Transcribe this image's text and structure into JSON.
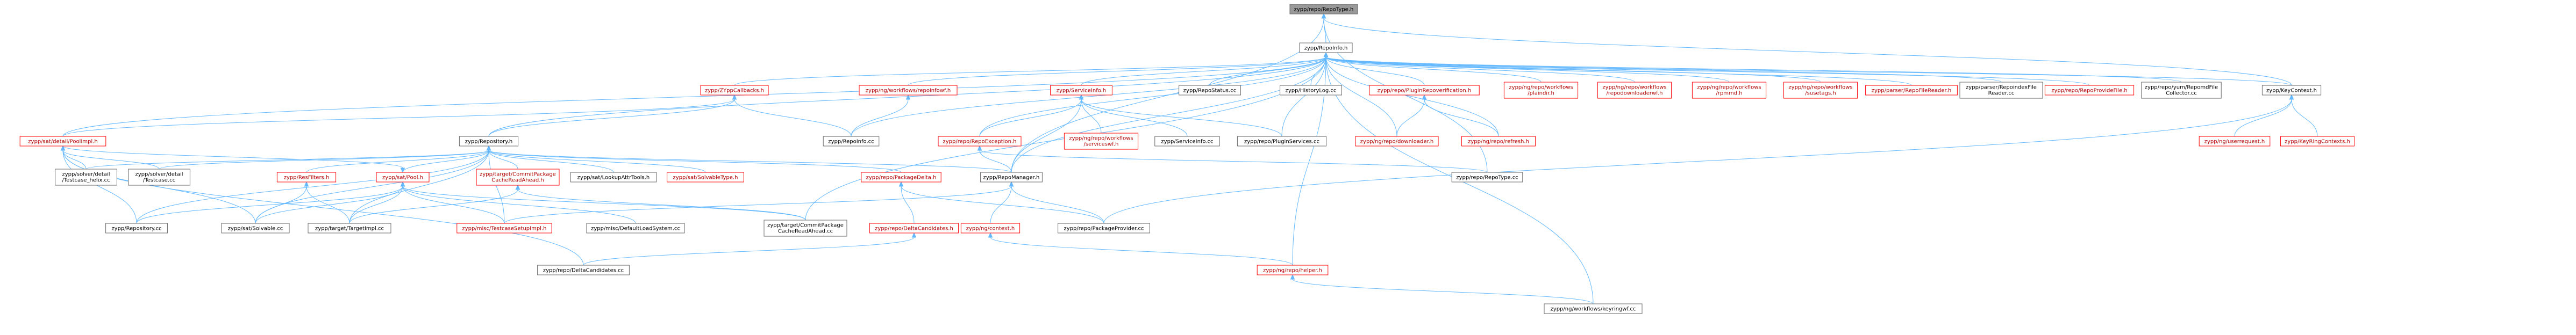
{
  "diagram": {
    "nodes": [
      {
        "id": "root",
        "label": [
          "zypp/repo/RepoType.h"
        ],
        "style": "root"
      },
      {
        "id": "repoinfo",
        "label": [
          "zypp/RepoInfo.h"
        ],
        "style": "normal"
      },
      {
        "id": "zyppcallbacks",
        "label": [
          "zypp/ZYppCallbacks.h"
        ],
        "style": "red"
      },
      {
        "id": "workflows_repoinfowf",
        "label": [
          "zypp/ng/workflows/repoinfowf.h"
        ],
        "style": "red"
      },
      {
        "id": "serviceinfo_h",
        "label": [
          "zypp/ServiceInfo.h"
        ],
        "style": "red"
      },
      {
        "id": "repostatus",
        "label": [
          "zypp/RepoStatus.cc"
        ],
        "style": "normal"
      },
      {
        "id": "historylog",
        "label": [
          "zypp/HistoryLog.cc"
        ],
        "style": "normal"
      },
      {
        "id": "pluginrepoverification",
        "label": [
          "zypp/repo/PluginRepoverification.h"
        ],
        "style": "red"
      },
      {
        "id": "wf_plaindir",
        "label": [
          "zypp/ng/repo/workflows",
          "/plaindir.h"
        ],
        "style": "red"
      },
      {
        "id": "wf_repodownloaderwf",
        "label": [
          "zypp/ng/repo/workflows",
          "/repodownloaderwf.h"
        ],
        "style": "red"
      },
      {
        "id": "wf_rpmmd",
        "label": [
          "zypp/ng/repo/workflows",
          "/rpmmd.h"
        ],
        "style": "red"
      },
      {
        "id": "wf_susetags",
        "label": [
          "zypp/ng/repo/workflows",
          "/susetags.h"
        ],
        "style": "red"
      },
      {
        "id": "parser_repofilereader",
        "label": [
          "zypp/parser/RepoFileReader.h"
        ],
        "style": "red"
      },
      {
        "id": "parser_repoindexfilereader",
        "label": [
          "zypp/parser/RepoindexFile",
          "Reader.cc"
        ],
        "style": "normal"
      },
      {
        "id": "repoproviderfile",
        "label": [
          "zypp/repo/RepoProvideFile.h"
        ],
        "style": "red"
      },
      {
        "id": "yum_repomdfilecollector",
        "label": [
          "zypp/repo/yum/RepomdFile",
          "Collector.cc"
        ],
        "style": "normal"
      },
      {
        "id": "keycontext",
        "label": [
          "zypp/KeyContext.h"
        ],
        "style": "normal"
      },
      {
        "id": "sat_poolimpl",
        "label": [
          "zypp/sat/detail/PoolImpl.h"
        ],
        "style": "red"
      },
      {
        "id": "repository_h",
        "label": [
          "zypp/Repository.h"
        ],
        "style": "normal"
      },
      {
        "id": "repoinfo_cc",
        "label": [
          "zypp/RepoInfo.cc"
        ],
        "style": "normal"
      },
      {
        "id": "repoexception",
        "label": [
          "zypp/repo/RepoException.h"
        ],
        "style": "red"
      },
      {
        "id": "wf_serviceswf",
        "label": [
          "zypp/ng/repo/workflows",
          "/serviceswf.h"
        ],
        "style": "red"
      },
      {
        "id": "serviceinfo_cc",
        "label": [
          "zypp/ServiceInfo.cc"
        ],
        "style": "normal"
      },
      {
        "id": "pluginservices",
        "label": [
          "zypp/repo/PluginServices.cc"
        ],
        "style": "normal"
      },
      {
        "id": "repodownloader",
        "label": [
          "zypp/ng/repo/downloader.h"
        ],
        "style": "red"
      },
      {
        "id": "reporefresh",
        "label": [
          "zypp/ng/repo/refresh.h"
        ],
        "style": "red"
      },
      {
        "id": "userrequest",
        "label": [
          "zypp/ng/userrequest.h"
        ],
        "style": "red"
      },
      {
        "id": "keyringcontexts",
        "label": [
          "zypp/KeyRingContexts.h"
        ],
        "style": "red"
      },
      {
        "id": "solver_testcase_helix",
        "label": [
          "zypp/solver/detail",
          "/Testcase_helix.cc"
        ],
        "style": "normal"
      },
      {
        "id": "solver_testcase",
        "label": [
          "zypp/solver/detail",
          "/Testcase.cc"
        ],
        "style": "normal"
      },
      {
        "id": "resfilters",
        "label": [
          "zypp/ResFilters.h"
        ],
        "style": "red"
      },
      {
        "id": "sat_pool",
        "label": [
          "zypp/sat/Pool.h"
        ],
        "style": "red"
      },
      {
        "id": "commitpackagecacheh",
        "label": [
          "zypp/target/CommitPackage",
          "CacheReadAhead.h"
        ],
        "style": "red"
      },
      {
        "id": "sat_lookupattrtools",
        "label": [
          "zypp/sat/LookupAttrTools.h"
        ],
        "style": "normal"
      },
      {
        "id": "sat_solvabletype",
        "label": [
          "zypp/sat/SolvableType.h"
        ],
        "style": "red"
      },
      {
        "id": "packagedelta",
        "label": [
          "zypp/repo/PackageDelta.h"
        ],
        "style": "red"
      },
      {
        "id": "repomanager",
        "label": [
          "zypp/RepoManager.h"
        ],
        "style": "normal"
      },
      {
        "id": "repotype_cc",
        "label": [
          "zypp/repo/RepoType.cc"
        ],
        "style": "normal"
      },
      {
        "id": "repository_cc",
        "label": [
          "zypp/Repository.cc"
        ],
        "style": "normal"
      },
      {
        "id": "sat_solvable_cc",
        "label": [
          "zypp/sat/Solvable.cc"
        ],
        "style": "normal"
      },
      {
        "id": "targetimpl_cc",
        "label": [
          "zypp/target/TargetImpl.cc"
        ],
        "style": "normal"
      },
      {
        "id": "misc_testcasesetupimpl",
        "label": [
          "zypp/misc/TestcaseSetupImpl.h"
        ],
        "style": "red"
      },
      {
        "id": "misc_defaultloadsystem",
        "label": [
          "zypp/misc/DefaultLoadSystem.cc"
        ],
        "style": "normal"
      },
      {
        "id": "commitpackagecachecc",
        "label": [
          "zypp/target/CommitPackage",
          "CacheReadAhead.cc"
        ],
        "style": "normal"
      },
      {
        "id": "deltacandidates_h",
        "label": [
          "zypp/repo/DeltaCandidates.h"
        ],
        "style": "red"
      },
      {
        "id": "ng_context",
        "label": [
          "zypp/ng/context.h"
        ],
        "style": "red"
      },
      {
        "id": "packageprovider_cc",
        "label": [
          "zypp/repo/PackageProvider.cc"
        ],
        "style": "normal"
      },
      {
        "id": "deltacandidates_cc",
        "label": [
          "zypp/repo/DeltaCandidates.cc"
        ],
        "style": "normal"
      },
      {
        "id": "repohelper",
        "label": [
          "zypp/ng/repo/helper.h"
        ],
        "style": "red"
      },
      {
        "id": "wf_keyringwf",
        "label": [
          "zypp/ng/workflows/keyringwf.cc"
        ],
        "style": "normal"
      }
    ],
    "edges": [
      [
        "repoinfo",
        "root"
      ],
      [
        "keycontext",
        "root"
      ],
      [
        "repomanager",
        "root"
      ],
      [
        "repotype_cc",
        "root"
      ],
      [
        "zyppcallbacks",
        "repoinfo"
      ],
      [
        "workflows_repoinfowf",
        "repoinfo"
      ],
      [
        "serviceinfo_h",
        "repoinfo"
      ],
      [
        "repostatus",
        "repoinfo"
      ],
      [
        "historylog",
        "repoinfo"
      ],
      [
        "pluginrepoverification",
        "repoinfo"
      ],
      [
        "wf_plaindir",
        "repoinfo"
      ],
      [
        "wf_repodownloaderwf",
        "repoinfo"
      ],
      [
        "wf_rpmmd",
        "repoinfo"
      ],
      [
        "wf_susetags",
        "repoinfo"
      ],
      [
        "parser_repofilereader",
        "repoinfo"
      ],
      [
        "parser_repoindexfilereader",
        "repoinfo"
      ],
      [
        "repoproviderfile",
        "repoinfo"
      ],
      [
        "yum_repomdfilecollector",
        "repoinfo"
      ],
      [
        "keycontext",
        "repoinfo"
      ],
      [
        "sat_poolimpl",
        "repoinfo"
      ],
      [
        "repository_h",
        "repoinfo"
      ],
      [
        "repoinfo_cc",
        "repoinfo"
      ],
      [
        "repoexception",
        "repoinfo"
      ],
      [
        "pluginservices",
        "repoinfo"
      ],
      [
        "repodownloader",
        "repoinfo"
      ],
      [
        "reporefresh",
        "repoinfo"
      ],
      [
        "repomanager",
        "repoinfo"
      ],
      [
        "commitpackagecachecc",
        "repoinfo"
      ],
      [
        "repository_h",
        "zyppcallbacks"
      ],
      [
        "repoinfo_cc",
        "zyppcallbacks"
      ],
      [
        "sat_poolimpl",
        "zyppcallbacks"
      ],
      [
        "repoinfo_cc",
        "workflows_repoinfowf"
      ],
      [
        "repoexception",
        "serviceinfo_h"
      ],
      [
        "wf_serviceswf",
        "serviceinfo_h"
      ],
      [
        "serviceinfo_cc",
        "serviceinfo_h"
      ],
      [
        "pluginservices",
        "serviceinfo_h"
      ],
      [
        "repomanager",
        "serviceinfo_h"
      ],
      [
        "repodownloader",
        "pluginrepoverification"
      ],
      [
        "reporefresh",
        "pluginrepoverification"
      ],
      [
        "userrequest",
        "keycontext"
      ],
      [
        "keyringcontexts",
        "keycontext"
      ],
      [
        "packageprovider_cc",
        "keycontext"
      ],
      [
        "sat_poolimpl",
        "sat_pool"
      ],
      [
        "solver_testcase_helix",
        "sat_poolimpl"
      ],
      [
        "solver_testcase",
        "sat_poolimpl"
      ],
      [
        "repository_cc",
        "sat_poolimpl"
      ],
      [
        "sat_solvable_cc",
        "sat_poolimpl"
      ],
      [
        "solver_testcase_helix",
        "repository_h"
      ],
      [
        "solver_testcase",
        "repository_h"
      ],
      [
        "resfilters",
        "repository_h"
      ],
      [
        "sat_pool",
        "repository_h"
      ],
      [
        "commitpackagecacheh",
        "repository_h"
      ],
      [
        "sat_lookupattrtools",
        "repository_h"
      ],
      [
        "sat_solvabletype",
        "repository_h"
      ],
      [
        "packagedelta",
        "repository_h"
      ],
      [
        "repomanager",
        "repository_h"
      ],
      [
        "repository_cc",
        "repository_h"
      ],
      [
        "sat_solvable_cc",
        "repository_h"
      ],
      [
        "targetimpl_cc",
        "repository_h"
      ],
      [
        "misc_testcasesetupimpl",
        "repository_h"
      ],
      [
        "repomanager",
        "repoexception"
      ],
      [
        "repotype_cc",
        "repoexception"
      ],
      [
        "targetimpl_cc",
        "resfilters"
      ],
      [
        "sat_solvable_cc",
        "resfilters"
      ],
      [
        "repository_cc",
        "sat_pool"
      ],
      [
        "sat_solvable_cc",
        "sat_pool"
      ],
      [
        "targetimpl_cc",
        "sat_pool"
      ],
      [
        "misc_testcasesetupimpl",
        "sat_pool"
      ],
      [
        "misc_defaultloadsystem",
        "sat_pool"
      ],
      [
        "commitpackagecachecc",
        "sat_pool"
      ],
      [
        "commitpackagecachecc",
        "commitpackagecacheh"
      ],
      [
        "targetimpl_cc",
        "commitpackagecacheh"
      ],
      [
        "deltacandidates_h",
        "packagedelta"
      ],
      [
        "packageprovider_cc",
        "packagedelta"
      ],
      [
        "misc_testcasesetupimpl",
        "repomanager"
      ],
      [
        "ng_context",
        "repomanager"
      ],
      [
        "packageprovider_cc",
        "repomanager"
      ],
      [
        "deltacandidates_cc",
        "deltacandidates_h"
      ],
      [
        "repohelper",
        "ng_context"
      ],
      [
        "wf_keyringwf",
        "repohelper"
      ],
      [
        "repohelper",
        "repoinfo"
      ],
      [
        "wf_keyringwf",
        "repoinfo"
      ],
      [
        "deltacandidates_cc",
        "sat_poolimpl"
      ]
    ]
  }
}
